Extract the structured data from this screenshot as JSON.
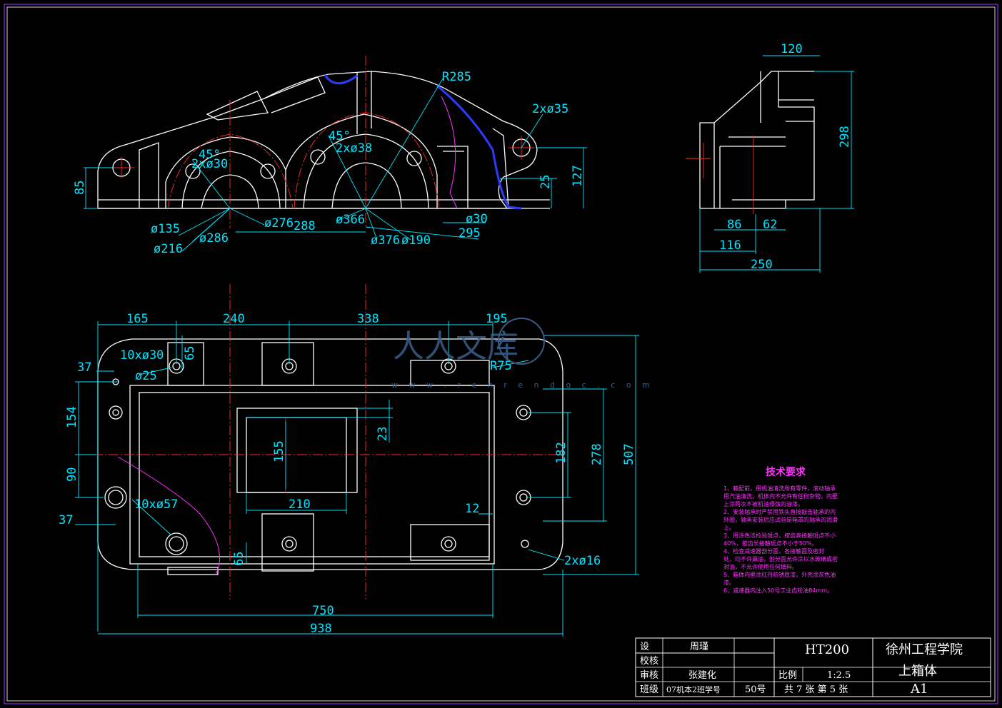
{
  "views": {
    "front": {
      "dims": [
        "R285",
        "2xø35",
        "45°",
        "2xø38",
        "45°",
        "2xø30",
        "85",
        "25",
        "127",
        "ø135",
        "ø286",
        "ø216",
        "ø276",
        "288",
        "ø366",
        "ø376",
        "ø190",
        "ø30",
        "295"
      ]
    },
    "side": {
      "dims": [
        "120",
        "298",
        "86",
        "62",
        "116",
        "250"
      ]
    },
    "plan": {
      "dims": [
        "165",
        "240",
        "338",
        "195",
        "10xø30",
        "65",
        "37",
        "ø25",
        "R75",
        "154",
        "90",
        "37",
        "23",
        "155",
        "278",
        "507",
        "182",
        "210",
        "10xø57",
        "12",
        "65",
        "2xø16",
        "750",
        "938"
      ]
    }
  },
  "tech": {
    "title": "技术要求",
    "items": [
      "1、箱配前，用机油清洗所有零件，滚动轴承",
      "用汽油清洗，机体内不允许有任何杂物，内壁",
      "上涂两次不被机油侵蚀的油漆。",
      "2、安装轴承时严禁用铁头直接敲击轴承的内",
      "外圈，轴承安装后应试验是箱罩的轴承的润滑",
      "上。",
      "3、用涂色法检验斑点，按齿高接触斑点不小",
      "40%，按齿长接触斑点不小于50%。",
      "4、检查减速器剖分面，各接触面及密封",
      "处，均不许漏油，剖分面允许涂以水玻璃或密",
      "封油，不允许使用任何填料。",
      "5、箱体内壁涂红丹防锈底漆，外壳涂灰色油",
      "漆。",
      "6、减速器内注入50号工业齿轮油84mm。"
    ]
  },
  "titleblock": {
    "left_labels": [
      "设",
      "校核",
      "审核",
      "班级"
    ],
    "names": [
      "周瑾",
      "",
      "张建化",
      "07机本2班学号"
    ],
    "number": "50号",
    "material": "HT200",
    "school": "徐州工程学院",
    "scale_label": "比例",
    "scale": "1:2.5",
    "part": "上箱体",
    "sheets": "共 7 张 第 5 张",
    "size": "A1"
  },
  "watermark": {
    "text": "人人文库",
    "url": "w w w . r e n r e n d o c . c o m"
  },
  "colors": {
    "outline": "#ffffff",
    "dimension": "#00e5ff",
    "centerline": "#ff2a2a",
    "note": "#ff33ff",
    "border": "#8a2be2"
  }
}
